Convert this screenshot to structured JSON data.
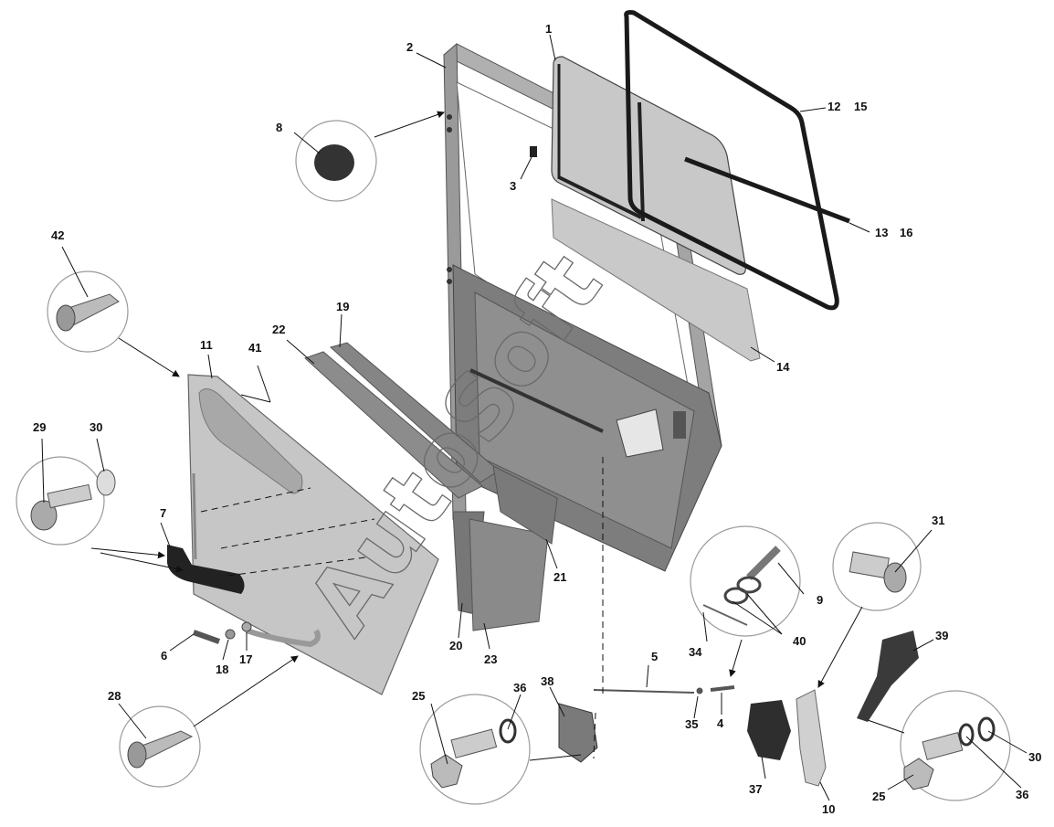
{
  "watermark": "AutoSoft",
  "callouts": [
    "1",
    "2",
    "3",
    "4",
    "5",
    "6",
    "7",
    "8",
    "9",
    "10",
    "11",
    "12",
    "13",
    "14",
    "15",
    "16",
    "17",
    "18",
    "19",
    "20",
    "21",
    "22",
    "23",
    "25",
    "25",
    "28",
    "29",
    "30",
    "30",
    "31",
    "34",
    "35",
    "36",
    "36",
    "37",
    "38",
    "39",
    "40",
    "41",
    "42"
  ],
  "colors": {
    "panel": "#8c8c8c",
    "panel_dark": "#6f6f6f",
    "frame": "#9a9a9a",
    "glass": "#bdbdbd",
    "seal": "#222222",
    "trim": "#c4c4c4"
  }
}
